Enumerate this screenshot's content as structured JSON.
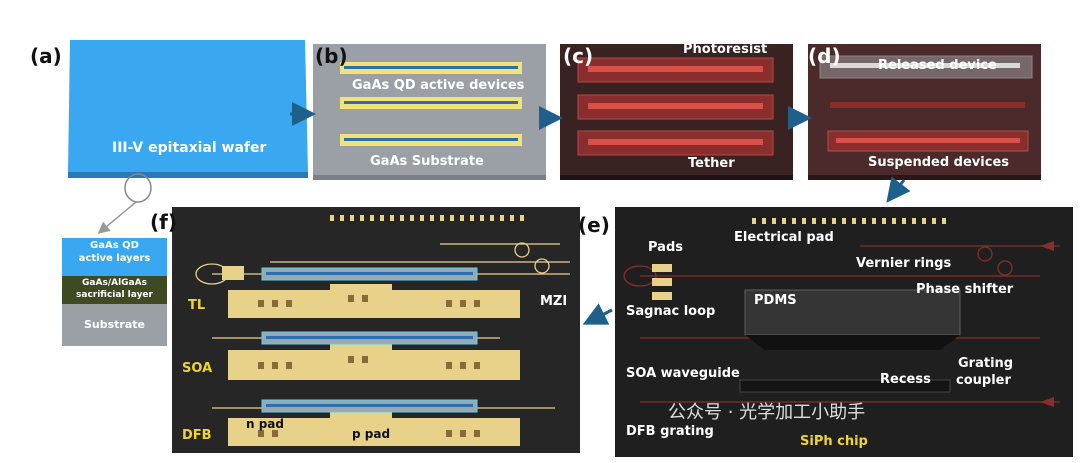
{
  "panels": {
    "a": {
      "tag": "(a)",
      "wafer": "III-V epitaxial wafer"
    },
    "b": {
      "tag": "(b)",
      "devices": "GaAs QD active devices",
      "substrate": "GaAs Substrate"
    },
    "c": {
      "tag": "(c)",
      "photoresist": "Photoresist",
      "tether": "Tether"
    },
    "d": {
      "tag": "(d)",
      "released": "Released device",
      "suspended": "Suspended devices"
    },
    "e": {
      "tag": "(e)",
      "pads": "Pads",
      "electrical_pad": "Electrical pad",
      "vernier_rings": "Vernier rings",
      "phase_shifter": "Phase shifter",
      "sagnac_loop": "Sagnac loop",
      "pdms": "PDMS",
      "soa_waveguide": "SOA waveguide",
      "recess": "Recess",
      "grating_coupler_1": "Grating",
      "grating_coupler_2": "coupler",
      "dfb_grating": "DFB grating",
      "chip": "SiPh chip"
    },
    "f": {
      "tag": "(f)",
      "tl": "TL",
      "soa": "SOA",
      "dfb": "DFB",
      "mzi": "MZI",
      "n_pad": "n pad",
      "p_pad": "p pad"
    }
  },
  "stack": {
    "layer1_a": "GaAs QD",
    "layer1_b": "active layers",
    "layer2_a": "GaAs/AlGaAs",
    "layer2_b": "sacrificial layer",
    "layer3": "Substrate"
  },
  "watermark": "公众号 · 光学加工小助手",
  "colors": {
    "wafer": "#3aa8f0",
    "substrate": "#9aa0a6",
    "photoresist": "#7a2a2a",
    "chip": "#262626",
    "pad_gold": "#e8d28a",
    "label_yellow": "#f2d52a",
    "arrow": "#1f5f8b"
  }
}
